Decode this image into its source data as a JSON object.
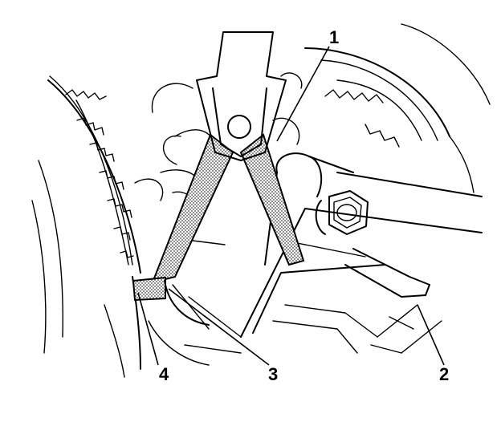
{
  "figure": {
    "callouts": {
      "c1": "1",
      "c2": "2",
      "c3": "3",
      "c4": "4"
    },
    "colors": {
      "line": "#000000",
      "background": "#ffffff",
      "stipple": "#9a9a9a"
    },
    "elements": [
      "tool",
      "tool-blade",
      "lever-arm",
      "bolt",
      "cam-sprocket",
      "crankshaft-sprocket",
      "timing-chain"
    ]
  }
}
